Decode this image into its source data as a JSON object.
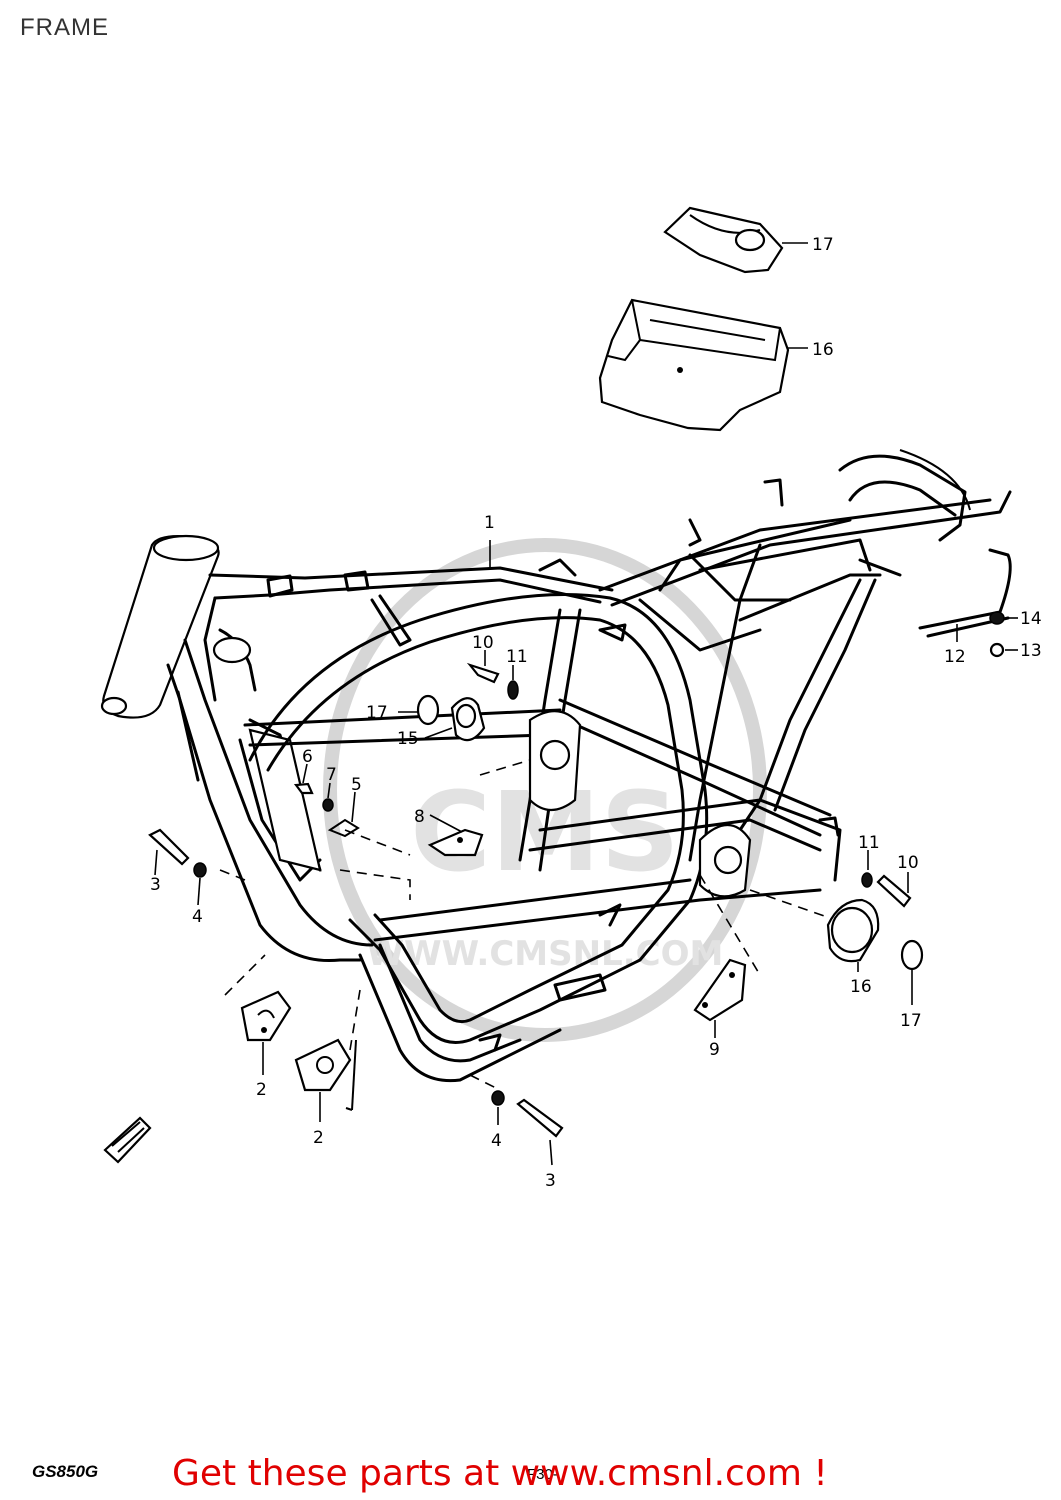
{
  "title": "FRAME",
  "model_code": "GS850G",
  "page_code": "F30-",
  "call_to_action": "Get these parts at www.cmsnl.com !",
  "watermark": "WWW.CMSNL.COM",
  "colors": {
    "cta": "#e00000",
    "line": "#000000",
    "watermark": "#d6d6d6"
  },
  "callouts": {
    "c1": "1",
    "c2a": "2",
    "c2b": "2",
    "c3a": "3",
    "c3b": "3",
    "c4a": "4",
    "c4b": "4",
    "c5": "5",
    "c6": "6",
    "c7": "7",
    "c8": "8",
    "c9": "9",
    "c10a": "10",
    "c10b": "10",
    "c11a": "11",
    "c11b": "11",
    "c12": "12",
    "c13": "13",
    "c14": "14",
    "c15": "15",
    "c16a": "16",
    "c16b": "16",
    "c17a": "17",
    "c17b": "17",
    "c17c": "17"
  }
}
